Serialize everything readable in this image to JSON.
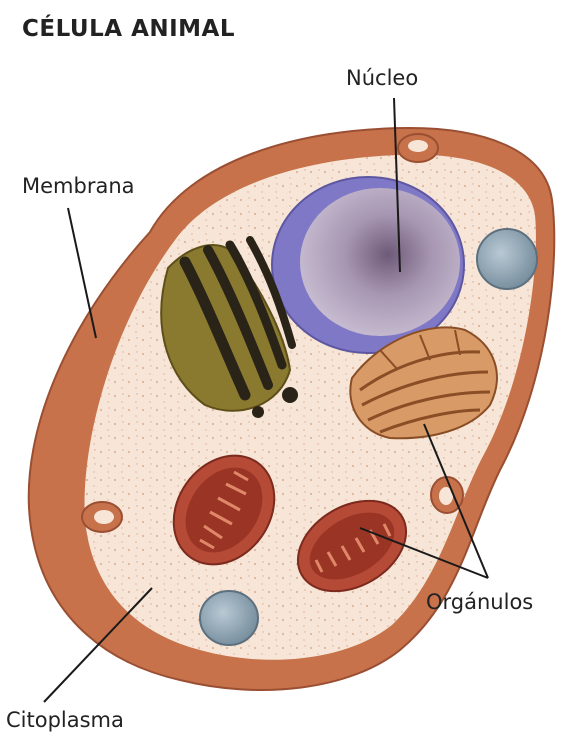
{
  "title": "CÉLULA ANIMAL",
  "labels": {
    "membrane": "Membrana",
    "nucleus": "Núcleo",
    "organelles": "Orgánulos",
    "cytoplasm": "Citoplasma"
  },
  "colors": {
    "membrane": "#c7724a",
    "cytoplasm": "#f7e6d7",
    "nucleus_envelope": "#7f78c6",
    "nucleus_inner": "#a89bbb",
    "golgi": "#7a6a2c",
    "mitochondria": "#b54a36",
    "er": "#c8814f",
    "vesicle": "#8ea3b3"
  }
}
